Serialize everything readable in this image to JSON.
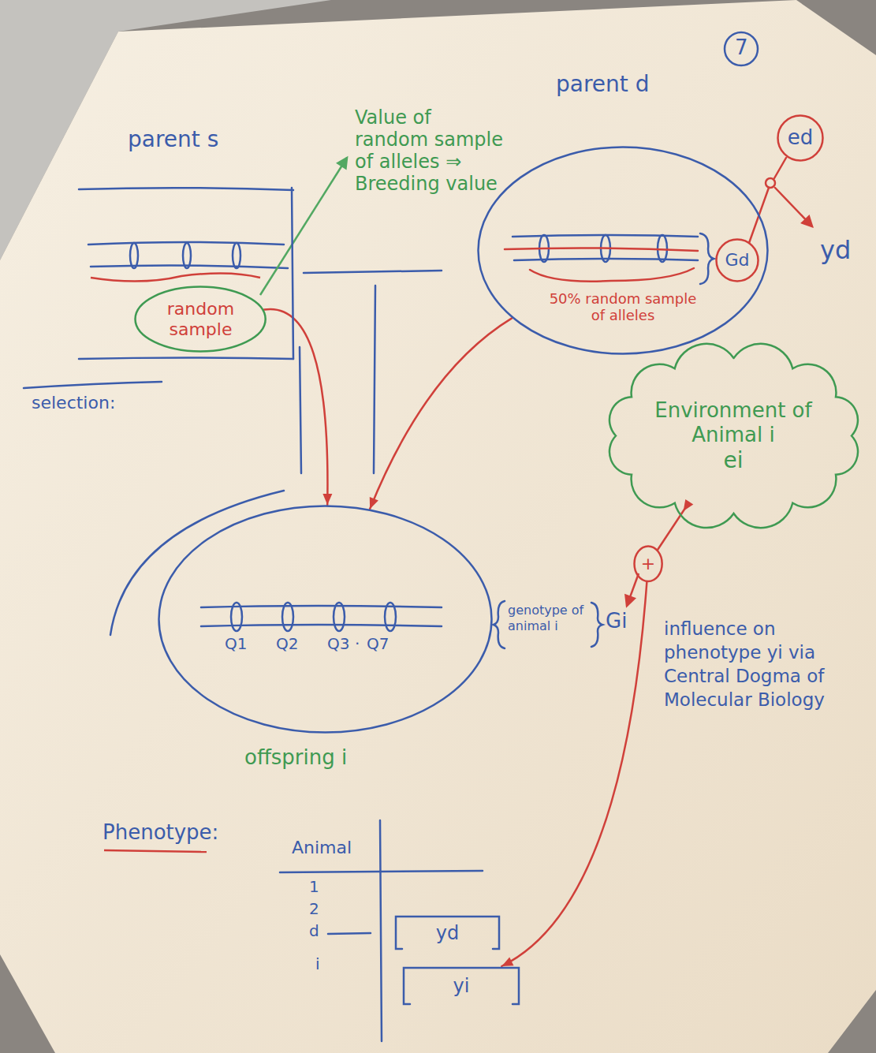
{
  "diagram": {
    "nodes": [
      {
        "text": [
          "parent s"
        ]
      },
      {
        "text": [
          "random sample"
        ],
        "in": 0
      },
      {
        "text": [
          "parent d"
        ]
      },
      {
        "text": [
          "Gd"
        ],
        "in": 2
      },
      {
        "text": [
          "ed"
        ]
      },
      {
        "text": [
          "Environment of Animal i",
          "ei"
        ]
      },
      {
        "text": [
          "+"
        ]
      },
      {
        "text": [
          "offspring i"
        ]
      },
      {
        "text": [
          "yd"
        ]
      },
      {
        "text": [
          "yi"
        ]
      }
    ],
    "edges": [
      {
        "from": 1,
        "to": 7,
        "arrow": "to"
      },
      {
        "from": 2,
        "to": 7,
        "arrow": "to"
      },
      {
        "from": 6,
        "to": 5,
        "arrow": "to"
      },
      {
        "from": 6,
        "to": 9,
        "arrow": "to"
      }
    ],
    "labels": [
      "7",
      "Value of random sample of alleles ⇒ Breeding value",
      "yd",
      "50% random sample of alleles",
      "selection:",
      "Q1",
      "Q2",
      "Q3",
      "·",
      "Q7",
      "genotype of animal i",
      "Gi",
      "influence on phenotype yi via Central Dogma of Molecular Biology",
      "Phenotype:",
      "Animal",
      "1",
      "2",
      "d",
      "i"
    ]
  }
}
